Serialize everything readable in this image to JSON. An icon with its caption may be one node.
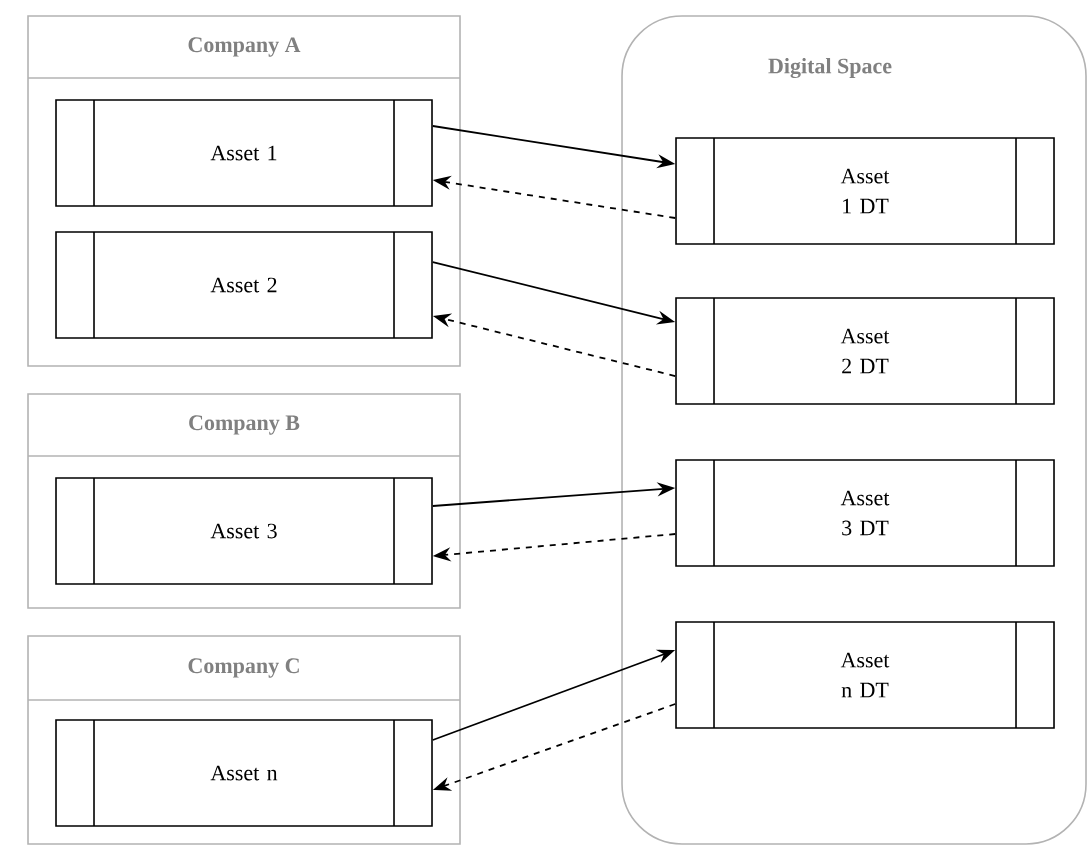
{
  "diagram": {
    "nodes": [
      {
        "text": [
          "Company A"
        ]
      },
      {
        "text": [
          "Asset 1"
        ],
        "in": 0
      },
      {
        "text": [
          "Asset 2"
        ],
        "in": 0
      },
      {
        "text": [
          "Company B"
        ]
      },
      {
        "text": [
          "Asset 3"
        ],
        "in": 3
      },
      {
        "text": [
          "Company C"
        ]
      },
      {
        "text": [
          "Asset n"
        ],
        "in": 5
      },
      {
        "text": [
          "Digital Space"
        ]
      },
      {
        "text": [
          "Asset 1 DT"
        ],
        "in": 7
      },
      {
        "text": [
          "Asset 2 DT"
        ],
        "in": 7
      },
      {
        "text": [
          "Asset 3 DT"
        ],
        "in": 7
      },
      {
        "text": [
          "Asset n DT"
        ],
        "in": 7
      }
    ],
    "edges": [
      {
        "from": 1,
        "to": 8,
        "arrow": "to"
      },
      {
        "from": 8,
        "to": 1,
        "arrow": "to",
        "style": "dashed"
      },
      {
        "from": 2,
        "to": 9,
        "arrow": "to"
      },
      {
        "from": 9,
        "to": 2,
        "arrow": "to",
        "style": "dashed"
      },
      {
        "from": 4,
        "to": 10,
        "arrow": "to"
      },
      {
        "from": 10,
        "to": 4,
        "arrow": "to",
        "style": "dashed"
      },
      {
        "from": 6,
        "to": 11,
        "arrow": "to"
      },
      {
        "from": 11,
        "to": 6,
        "arrow": "to",
        "style": "dashed"
      }
    ]
  }
}
